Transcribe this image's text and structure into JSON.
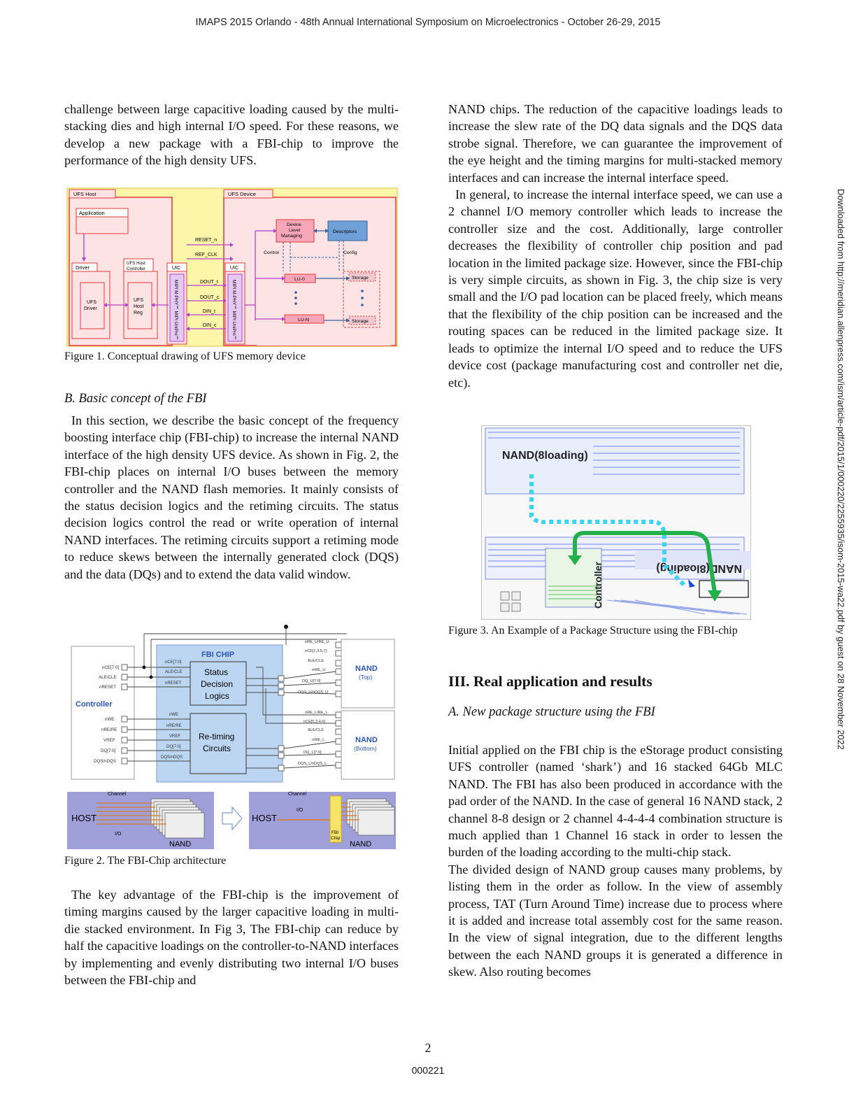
{
  "header": "IMAPS 2015 Orlando - 48th Annual International Symposium on Microelectronics - October 26-29, 2015",
  "left_column": {
    "intro_para": "challenge between large capacitive loading caused by the multi-stacking dies and high internal I/O speed. For these reasons, we develop a new package with a FBI-chip to improve the performance of the high density UFS.",
    "figure1": {
      "caption": "Figure 1. Conceptual drawing of UFS memory device",
      "labels": {
        "ufs_host": "UFS Host",
        "ufs_device": "UFS Device",
        "application": "Application",
        "driver": "Driver",
        "ufs_host_controller_1": "UFS Host",
        "ufs_host_controller_2": "Controller",
        "uic": "UIC",
        "ufs_driver_1": "UFS",
        "ufs_driver_2": "Driver",
        "ufs_host_reg_1": "UFS",
        "ufs_host_reg_2": "Host",
        "ufs_host_reg_3": "Reg",
        "mipi": "MIPI M-PHY℠ MIPI UniPro℠",
        "reset_n": "RESET_n",
        "ref_clk": "REF_CLK",
        "dout_t": "DOUT_t",
        "dout_c": "DOUT_c",
        "din_t": "DIN_t",
        "din_c": "DIN_c",
        "device_level_1": "Device",
        "device_level_2": "Level",
        "device_level_3": "Managing",
        "descriptors": "Descriptors",
        "control": "Control",
        "config": "Config",
        "lu0": "LU-0",
        "lun": "LU-N",
        "storage": "Storage",
        "storage2": "Storage"
      }
    },
    "section_b_title": "B.  Basic concept of the FBI",
    "section_b_para": "In this section, we describe the basic concept of the frequency boosting interface chip (FBI-chip) to increase the internal NAND interface of the high density UFS device. As shown in Fig. 2, the FBI-chip places on internal I/O buses between the memory controller and the NAND flash memories. It mainly consists of the status decision logics and the retiming circuits. The status decision logics control the read or write operation of internal NAND interfaces. The retiming circuits support a retiming mode to reduce skews between the internally generated clock (DQS) and the data (DQs) and to extend the data valid window.",
    "figure2": {
      "caption": "Figure 2. The FBI-Chip architecture",
      "labels": {
        "fbi_chip": "FBI CHIP",
        "status_1": "Status",
        "status_2": "Decision",
        "status_3": "Logics",
        "retiming_1": "Re-timing",
        "retiming_2": "Circuits",
        "controller": "Controller",
        "nand_top_1": "NAND",
        "nand_top_2": "(Top)",
        "nand_bot_1": "NAND",
        "nand_bot_2": "(Bottom)",
        "nce": "nCE[7:0]",
        "alecle": "ALE/CLE",
        "nreset": "nRESET",
        "nwe": "nWE",
        "nrere": "nRE/RE",
        "vref": "VREF",
        "dq": "DQ[7:0]",
        "dqs": "DQS/nDQS",
        "in_nce": "nCE[7:0]",
        "in_alecle": "ALE/CLE",
        "in_nreset": "nRESET",
        "in_nwe": "nWE",
        "in_nrere": "nRE/RE",
        "in_vref": "VREF",
        "in_dq": "DQ[7:0]",
        "in_dqs": "DQS/nDQS",
        "r_nre_u": "nRE_U/RE_U",
        "r_nce_odd": "nCE[1,3,5,7]",
        "r_alecle_u": "ALE/CLE",
        "r_nwe_u": "nWE_U",
        "r_dq_u": "DQ_U[7:0]",
        "r_dqs_u": "DQS_U/nDQS_U",
        "r_nre_l": "nRE_L/RE_L",
        "r_nce_even": "nCE[0,2,4,6]",
        "r_alecle_l": "ALE/CLE",
        "r_nwe_l": "nWE_L",
        "r_dq_l": "DQ_L[7:0]",
        "r_dqs_l": "DQS_L/nDQS_L",
        "host": "HOST",
        "channel": "Channel",
        "io": "I/O",
        "nand": "NAND",
        "host2": "HOST",
        "channel2": "Channel",
        "io2": "I/O",
        "nand2": "NAND",
        "fbi_1": "FBI",
        "fbi_2": "Chip"
      }
    },
    "para_key": "The key advantage of the FBI-chip is the improvement of timing margins caused by the larger capacitive loading in multi-die stacked environment. In Fig 3, The FBI-chip can reduce by half the capacitive loadings on the controller-to-NAND interfaces by implementing and evenly distributing two internal I/O buses between the FBI-chip and"
  },
  "right_column": {
    "para_nand": "NAND chips. The reduction of the capacitive loadings leads to increase the slew rate of the DQ data signals and the DQS data strobe signal. Therefore, we can guarantee the improvement of the eye height and the timing margins for multi-stacked memory interfaces and can increase the internal interface speed.",
    "para_general": "In general, to increase the internal interface speed, we can use a 2 channel I/O memory controller which leads to increase the controller size and the cost. Additionally, large controller decreases the flexibility of controller chip position and pad location in the limited package size. However, since the FBI-chip is very simple circuits, as shown in Fig. 3, the chip size is very small and the I/O pad location can be placed freely, which means that the flexibility of the chip position can be increased and the routing spaces can be reduced in the limited package size. It leads to optimize the internal I/O speed and to reduce the UFS device cost (package manufacturing cost and controller net die, etc).",
    "figure3": {
      "caption": "Figure 3. An Example of a Package Structure using the FBI-chip",
      "label_top": "NAND(8loading)",
      "label_bottom": "NAND(8loading)",
      "label_controller": "Controller"
    },
    "section3_title": "III. Real application and results",
    "section_a_title": "A. New package structure using the FBI",
    "para_initial": "Initial applied on the FBI chip is the eStorage product consisting UFS controller (named ‘shark’) and 16 stacked 64Gb MLC NAND. The FBI has also been produced in accordance with the pad order of the NAND. In the case of general 16 NAND stack, 2 channel 8-8 design or 2 channel 4-4-4-4 combination structure is much applied than 1 Channel 16 stack in order to lessen the burden of the loading according to the multi-chip stack.",
    "para_divided": "The divided design of NAND group causes many problems, by listing them in the order as follow. In the view of assembly process, TAT (Turn Around Time) increase due to process where it is added and increase total assembly cost for the same reason. In the view of signal integration, due to the different lengths between the each NAND groups it is generated a difference in skew. Also routing becomes"
  },
  "footer": {
    "page_number": "2",
    "page_code": "000221"
  },
  "side_note": "Downloaded from http://meridian.allenpress.com/ism/article-pdf/2015/1/000220/2255935/isom-2015-wa22.pdf by guest on 28 November 2022",
  "colors": {
    "fig1_host_fill": "#fde3e3",
    "fig1_outer_fill": "#fdf6a8",
    "fig1_border": "#e23b3b",
    "fig1_purple": "#b43fd1",
    "fig2_blue": "#bcd6f2",
    "fig2_purple": "#9f9fd9",
    "fig3_green": "#22b14c",
    "fig3_cyan": "#3ad4f0"
  }
}
